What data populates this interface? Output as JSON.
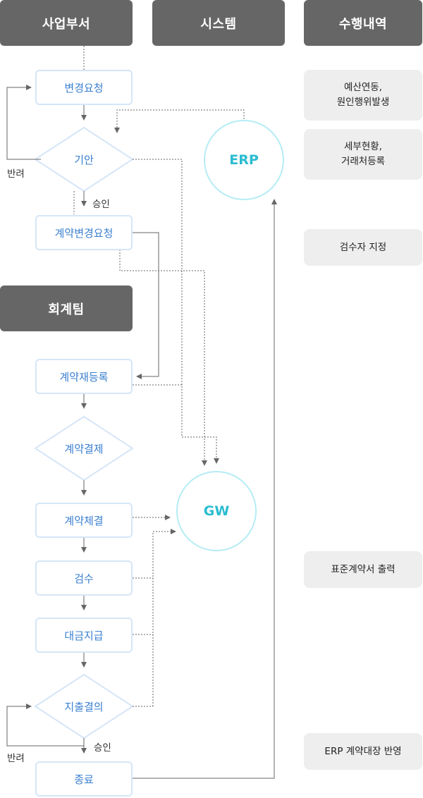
{
  "headers": {
    "business": "사업부서",
    "system": "시스템",
    "tasks": "수행내역",
    "accounting": "회계팀"
  },
  "steps": {
    "change_request": "변경요청",
    "draft": "기안",
    "contract_change_request": "계약변경요청",
    "contract_reregistration": "계약재등록",
    "contract_approval": "계약결제",
    "contract_signing": "계약체결",
    "inspection": "검수",
    "payment": "대금지급",
    "expense_approval": "지출결의",
    "end": "종료"
  },
  "systems": {
    "erp": "ERP",
    "gw": "GW"
  },
  "labels": {
    "reject_1": "반려",
    "approve_1": "승인",
    "reject_2": "반려",
    "approve_2": "승인"
  },
  "tasks": {
    "budget_link": "예산연동,\n원인행위발생",
    "detail_status": "세부현황,\n거래처등록",
    "assign_inspector": "검수자 지정",
    "print_contract": "표준계약서 출력",
    "erp_ledger": "ERP 계약대장 반영"
  },
  "colors": {
    "header_bg": "#666666",
    "box_border": "#d5e6f7",
    "step_text": "#3a7fd0",
    "circle": "#b5ecf5",
    "circle_text": "#2bbcd0",
    "task_bg": "#eeeeee",
    "line": "#666666"
  }
}
